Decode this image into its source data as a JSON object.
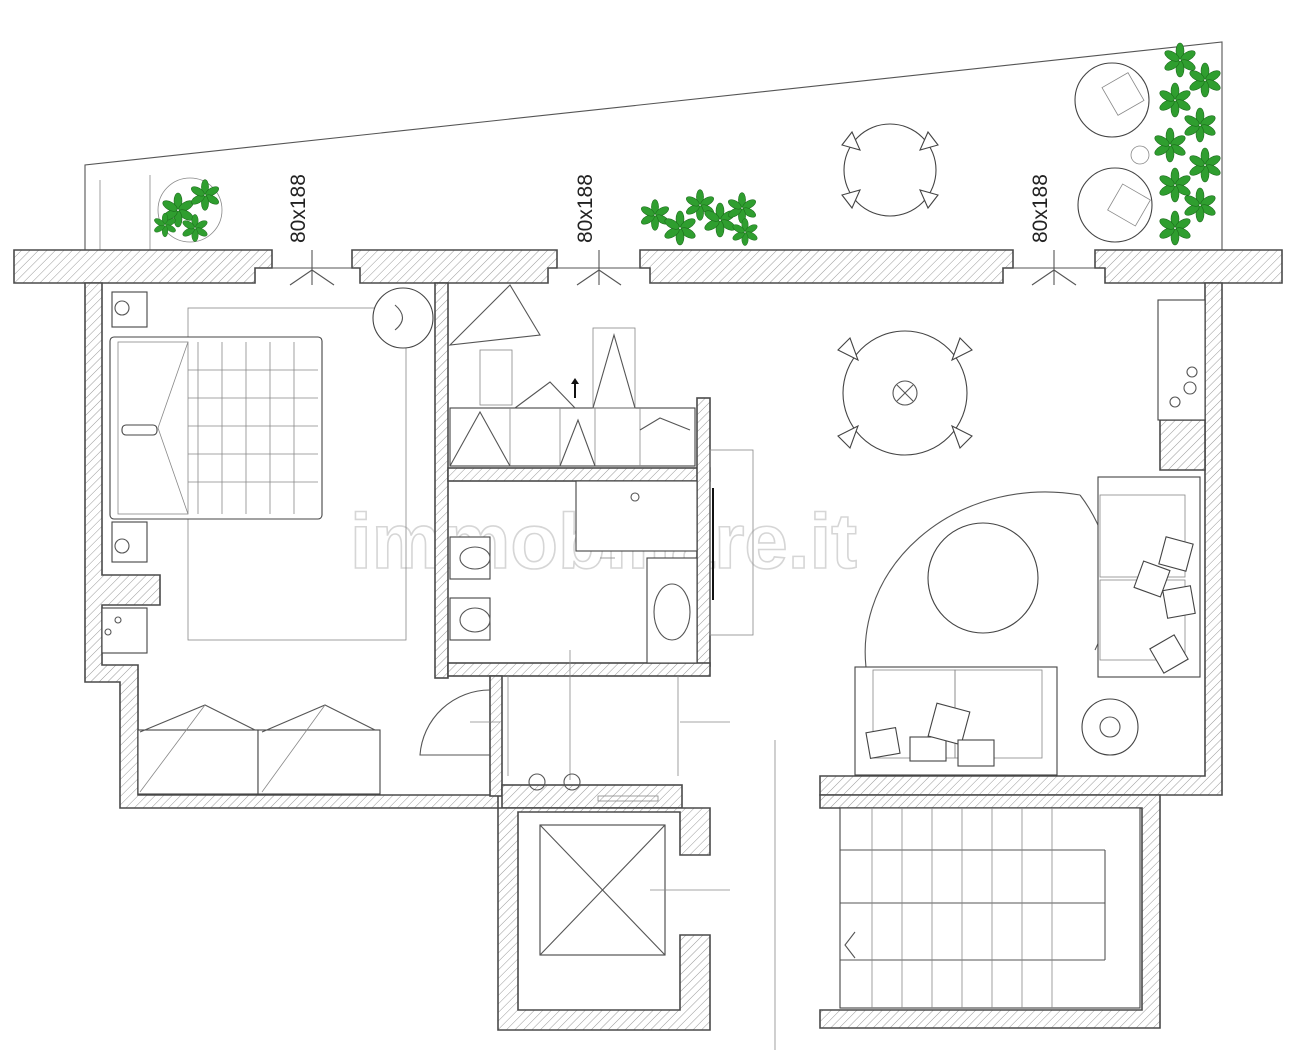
{
  "window_labels": [
    {
      "id": "window-1",
      "text": "80x188"
    },
    {
      "id": "window-2",
      "text": "80x188"
    },
    {
      "id": "window-3",
      "text": "80x188"
    }
  ],
  "watermark": "immobiliare.it",
  "colors": {
    "wall_stroke": "#4a4a4a",
    "hatch": "#9a9a9a",
    "plant": "#2f9e2f",
    "line": "#555555"
  },
  "icons": [
    "stair-up-arrow",
    "stair-down-arrow",
    "plant",
    "lamp",
    "elevator-cross"
  ]
}
